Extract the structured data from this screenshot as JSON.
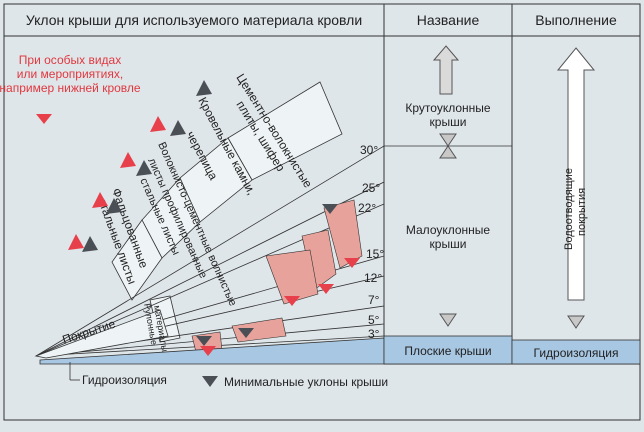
{
  "headers": {
    "left": "Уклон крыши для используемого материала кровли",
    "name": "Название",
    "execution": "Выполнение"
  },
  "note": [
    "При особых видах",
    "или мероприятиях,",
    "например нижней кровле"
  ],
  "bands": {
    "cement_fiber": [
      "Цементно-волокнистые",
      "плиты, шифер"
    ],
    "roof_stones": [
      "Кровельные камни,",
      "черепица"
    ],
    "fiber_cement": [
      "Волокнисто-цементные волнистые",
      "листы профилированные",
      "стальные листы"
    ],
    "seamed": [
      "Фальцованные",
      "стальные листы"
    ],
    "rolled": [
      "Рулонные",
      "материалы"
    ],
    "covering": "Покрытие"
  },
  "angles": [
    "30°",
    "25°",
    "22°",
    "15°",
    "12°",
    "7°",
    "5°",
    "3°"
  ],
  "categories": {
    "steep": [
      "Крутоуклонные",
      "крыши"
    ],
    "low": [
      "Малоуклонные",
      "крыши"
    ],
    "flat": "Плоские крыши"
  },
  "execution": {
    "drainage": [
      "Водоотводящие",
      "покрытия"
    ],
    "waterproofing": "Гидроизоляция"
  },
  "bottom": {
    "waterproofing": "Гидроизоляция",
    "legend": "Минимальные уклоны крыши"
  },
  "colors": {
    "background": "#dfe6ea",
    "band_fill": "#eef3f5",
    "pink": "#e7a29b",
    "red_marker": "#e8404a",
    "dark_marker": "#4a4f55",
    "blue": "#a7c7e3",
    "text_red": "#e0383f",
    "line": "#333333"
  }
}
